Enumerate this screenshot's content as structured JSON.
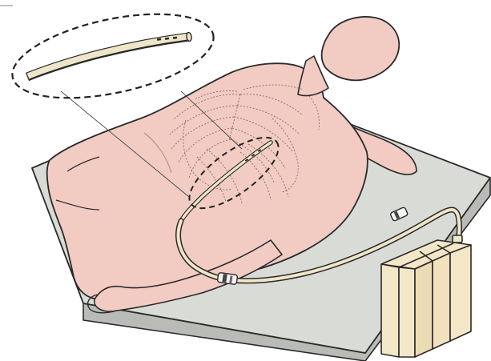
{
  "colors": {
    "background": "#ffffff",
    "outline": "#2a2a2a",
    "mattress_top": "#d9dbd6",
    "mattress_side": "#b9bbb6",
    "skin": "#f2cbc2",
    "skin_shade": "#e9b9ae",
    "ribcage_lines": "#8a6a66",
    "catheter_tube": "#efe6c9",
    "drainage_unit": "#f4e7c7",
    "drainage_unit_shade": "#e6d3a8",
    "magnifier_dash": "#222222"
  },
  "icons": {
    "patient": "patient-supine-illustration",
    "catheter": "chest-drain-catheter",
    "drainage_system": "chest-drainage-box"
  }
}
